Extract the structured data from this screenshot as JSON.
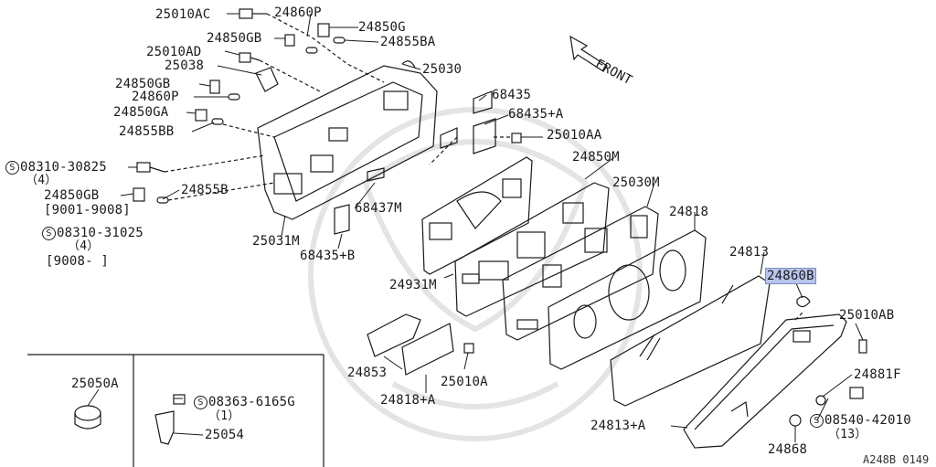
{
  "labels": {
    "p25010AC": "25010AC",
    "p24860P_top": "24860P",
    "p24850G": "24850G",
    "p24850GB_top": "24850GB",
    "p24855BA": "24855BA",
    "p25010AD": "25010AD",
    "p25038": "25038",
    "p25030": "25030",
    "p24850GB_mid": "24850GB",
    "p24860P_mid": "24860P",
    "p24850GA": "24850GA",
    "p24855BB": "24855BB",
    "p68435": "68435",
    "p68435A": "68435+A",
    "p25010AA": "25010AA",
    "s08310_30825": "08310-30825",
    "q4a": "（4）",
    "p24850GB_low": "24850GB",
    "p24855B": "24855B",
    "r9001_9008": "[9001-9008]",
    "s08310_31025": "08310-31025",
    "q4b": "（4）",
    "r9008": "[9008-      ]",
    "p24850M": "24850M",
    "p25030M": "25030M",
    "p24818": "24818",
    "p68437M": "68437M",
    "p25031M": "25031M",
    "p68435B": "68435+B",
    "p24931M": "24931M",
    "p24813": "24813",
    "p24860B": "24860B",
    "p25010AB": "25010AB",
    "p24853": "24853",
    "p25010A": "25010A",
    "p24818A": "24818+A",
    "p24881F": "24881F",
    "p25050A": "25050A",
    "s08363_6165G": "08363-6165G",
    "q1": "（1）",
    "p25054": "25054",
    "s08540_42010": "08540-42010",
    "q13": "（13）",
    "p24813A": "24813+A",
    "p24868": "24868",
    "front": "FRONT",
    "ref": "A248B 0149",
    "s_symbol": "S"
  },
  "colors": {
    "highlight": "#b8c4ea",
    "line": "#1a1a1a"
  }
}
